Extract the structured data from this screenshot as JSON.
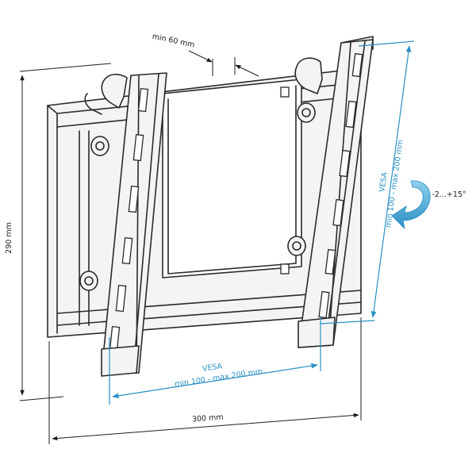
{
  "dimensions": {
    "top_gap": "min 60 mm",
    "height": "290 mm",
    "width": "300 mm",
    "tilt": "-2...+15°"
  },
  "vesa_horizontal": {
    "title": "VESA",
    "range": "min 100 - max 200 mm"
  },
  "vesa_vertical": {
    "title": "VESA",
    "range": "min 100 - max 200 mm"
  },
  "colors": {
    "line_art": "#2a2a2a",
    "dimension_black": "#1e1e1e",
    "dimension_blue": "#2a8fc4",
    "tilt_arrow_light": "#8fd0ef",
    "tilt_arrow_dark": "#2a8fc4"
  }
}
